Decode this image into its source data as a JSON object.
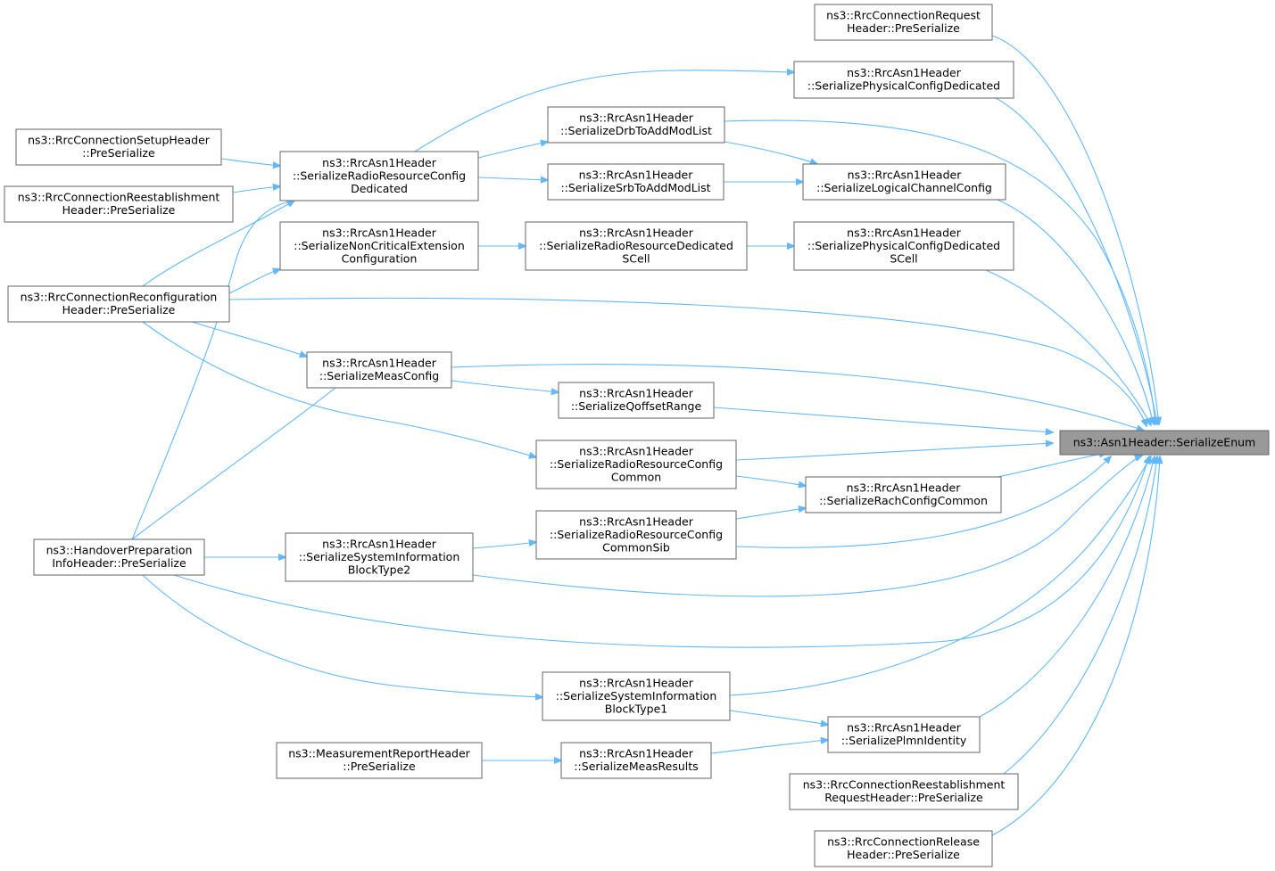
{
  "graph": {
    "root": "ns3::Asn1Header::SerializeEnum",
    "nodes": [
      {
        "id": "root",
        "lines": [
          "ns3::Asn1Header::SerializeEnum"
        ],
        "is_root": true
      },
      {
        "id": "reqPre",
        "lines": [
          "ns3::RrcConnectionRequest",
          "Header::PreSerialize"
        ]
      },
      {
        "id": "physDed",
        "lines": [
          "ns3::RrcAsn1Header",
          "::SerializePhysicalConfigDedicated"
        ]
      },
      {
        "id": "drb",
        "lines": [
          "ns3::RrcAsn1Header",
          "::SerializeDrbToAddModList"
        ]
      },
      {
        "id": "setupPre",
        "lines": [
          "ns3::RrcConnectionSetupHeader",
          "::PreSerialize"
        ]
      },
      {
        "id": "rrcDed",
        "lines": [
          "ns3::RrcAsn1Header",
          "::SerializeRadioResourceConfig",
          "Dedicated"
        ]
      },
      {
        "id": "srb",
        "lines": [
          "ns3::RrcAsn1Header",
          "::SerializeSrbToAddModList"
        ]
      },
      {
        "id": "logCh",
        "lines": [
          "ns3::RrcAsn1Header",
          "::SerializeLogicalChannelConfig"
        ]
      },
      {
        "id": "reestPre",
        "lines": [
          "ns3::RrcConnectionReestablishment",
          "Header::PreSerialize"
        ]
      },
      {
        "id": "nonCrit",
        "lines": [
          "ns3::RrcAsn1Header",
          "::SerializeNonCriticalExtension",
          "Configuration"
        ]
      },
      {
        "id": "rrcDedSCell",
        "lines": [
          "ns3::RrcAsn1Header",
          "::SerializeRadioResourceDedicated",
          "SCell"
        ]
      },
      {
        "id": "physDedSCell",
        "lines": [
          "ns3::RrcAsn1Header",
          "::SerializePhysicalConfigDedicated",
          "SCell"
        ]
      },
      {
        "id": "reconfPre",
        "lines": [
          "ns3::RrcConnectionReconfiguration",
          "Header::PreSerialize"
        ]
      },
      {
        "id": "measCfg",
        "lines": [
          "ns3::RrcAsn1Header",
          "::SerializeMeasConfig"
        ]
      },
      {
        "id": "qoff",
        "lines": [
          "ns3::RrcAsn1Header",
          "::SerializeQoffsetRange"
        ]
      },
      {
        "id": "rrcCommon",
        "lines": [
          "ns3::RrcAsn1Header",
          "::SerializeRadioResourceConfig",
          "Common"
        ]
      },
      {
        "id": "rach",
        "lines": [
          "ns3::RrcAsn1Header",
          "::SerializeRachConfigCommon"
        ]
      },
      {
        "id": "rrcCommonSib",
        "lines": [
          "ns3::RrcAsn1Header",
          "::SerializeRadioResourceConfig",
          "CommonSib"
        ]
      },
      {
        "id": "handoverPre",
        "lines": [
          "ns3::HandoverPreparation",
          "InfoHeader::PreSerialize"
        ]
      },
      {
        "id": "sib2",
        "lines": [
          "ns3::RrcAsn1Header",
          "::SerializeSystemInformation",
          "BlockType2"
        ]
      },
      {
        "id": "sib1",
        "lines": [
          "ns3::RrcAsn1Header",
          "::SerializeSystemInformation",
          "BlockType1"
        ]
      },
      {
        "id": "plmn",
        "lines": [
          "ns3::RrcAsn1Header",
          "::SerializePlmnIdentity"
        ]
      },
      {
        "id": "measRepPre",
        "lines": [
          "ns3::MeasurementReportHeader",
          "::PreSerialize"
        ]
      },
      {
        "id": "measRes",
        "lines": [
          "ns3::RrcAsn1Header",
          "::SerializeMeasResults"
        ]
      },
      {
        "id": "reestReqPre",
        "lines": [
          "ns3::RrcConnectionReestablishment",
          "RequestHeader::PreSerialize"
        ]
      },
      {
        "id": "releasePre",
        "lines": [
          "ns3::RrcConnectionRelease",
          "Header::PreSerialize"
        ]
      }
    ],
    "edges": [
      {
        "from": "reqPre",
        "to": "root"
      },
      {
        "from": "physDed",
        "to": "root"
      },
      {
        "from": "drb",
        "to": "root"
      },
      {
        "from": "logCh",
        "to": "root"
      },
      {
        "from": "physDedSCell",
        "to": "root"
      },
      {
        "from": "reconfPre",
        "to": "root"
      },
      {
        "from": "measCfg",
        "to": "root"
      },
      {
        "from": "qoff",
        "to": "root"
      },
      {
        "from": "rrcCommon",
        "to": "root"
      },
      {
        "from": "rach",
        "to": "root"
      },
      {
        "from": "rrcCommonSib",
        "to": "root"
      },
      {
        "from": "sib2",
        "to": "root"
      },
      {
        "from": "handoverPre",
        "to": "root"
      },
      {
        "from": "sib1",
        "to": "root"
      },
      {
        "from": "plmn",
        "to": "root"
      },
      {
        "from": "reestReqPre",
        "to": "root"
      },
      {
        "from": "releasePre",
        "to": "root"
      },
      {
        "from": "rrcDed",
        "to": "physDed"
      },
      {
        "from": "rrcDed",
        "to": "drb"
      },
      {
        "from": "rrcDed",
        "to": "srb"
      },
      {
        "from": "drb",
        "to": "logCh"
      },
      {
        "from": "srb",
        "to": "logCh"
      },
      {
        "from": "setupPre",
        "to": "rrcDed"
      },
      {
        "from": "reestPre",
        "to": "rrcDed"
      },
      {
        "from": "reconfPre",
        "to": "rrcDed"
      },
      {
        "from": "handoverPre",
        "to": "rrcDed"
      },
      {
        "from": "nonCrit",
        "to": "rrcDedSCell"
      },
      {
        "from": "rrcDedSCell",
        "to": "physDedSCell"
      },
      {
        "from": "reconfPre",
        "to": "nonCrit"
      },
      {
        "from": "reconfPre",
        "to": "measCfg"
      },
      {
        "from": "handoverPre",
        "to": "measCfg"
      },
      {
        "from": "measCfg",
        "to": "qoff"
      },
      {
        "from": "reconfPre",
        "to": "rrcCommon"
      },
      {
        "from": "rrcCommon",
        "to": "rach"
      },
      {
        "from": "rrcCommonSib",
        "to": "rach"
      },
      {
        "from": "handoverPre",
        "to": "sib2"
      },
      {
        "from": "sib2",
        "to": "rrcCommonSib"
      },
      {
        "from": "handoverPre",
        "to": "sib1"
      },
      {
        "from": "sib1",
        "to": "plmn"
      },
      {
        "from": "measRes",
        "to": "plmn"
      },
      {
        "from": "measRepPre",
        "to": "measRes"
      }
    ]
  }
}
